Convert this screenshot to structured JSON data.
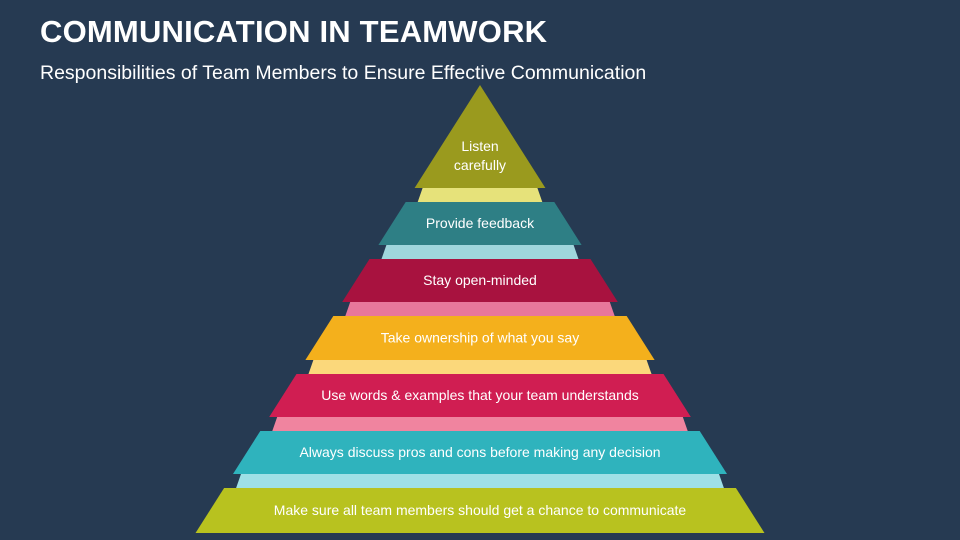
{
  "slide": {
    "title": "COMMUNICATION IN TEAMWORK",
    "subtitle": "Responsibilities of Team Members to Ensure Effective Communication"
  },
  "pyramid": {
    "levels": [
      {
        "label_lines": [
          "Listen",
          "carefully"
        ],
        "color": "#9a9a1e",
        "edge_color": "#e6e27a"
      },
      {
        "label_lines": [
          "Provide feedback"
        ],
        "color": "#2e7f85",
        "edge_color": "#9fd6dc"
      },
      {
        "label_lines": [
          "Stay open-minded"
        ],
        "color": "#a8123f",
        "edge_color": "#e8779b"
      },
      {
        "label_lines": [
          "Take ownership of what you say"
        ],
        "color": "#f4b01c",
        "edge_color": "#fbd87b"
      },
      {
        "label_lines": [
          "Use words & examples that your team understands"
        ],
        "color": "#d01e52",
        "edge_color": "#f0849f"
      },
      {
        "label_lines": [
          "Always discuss pros and cons before making any decision"
        ],
        "color": "#2fb3bd",
        "edge_color": "#9fe0e6"
      },
      {
        "label_lines": [
          "Make sure all team members should get a chance to communicate"
        ],
        "color": "#b8c21f",
        "edge_color": "#e1e77a"
      }
    ]
  }
}
